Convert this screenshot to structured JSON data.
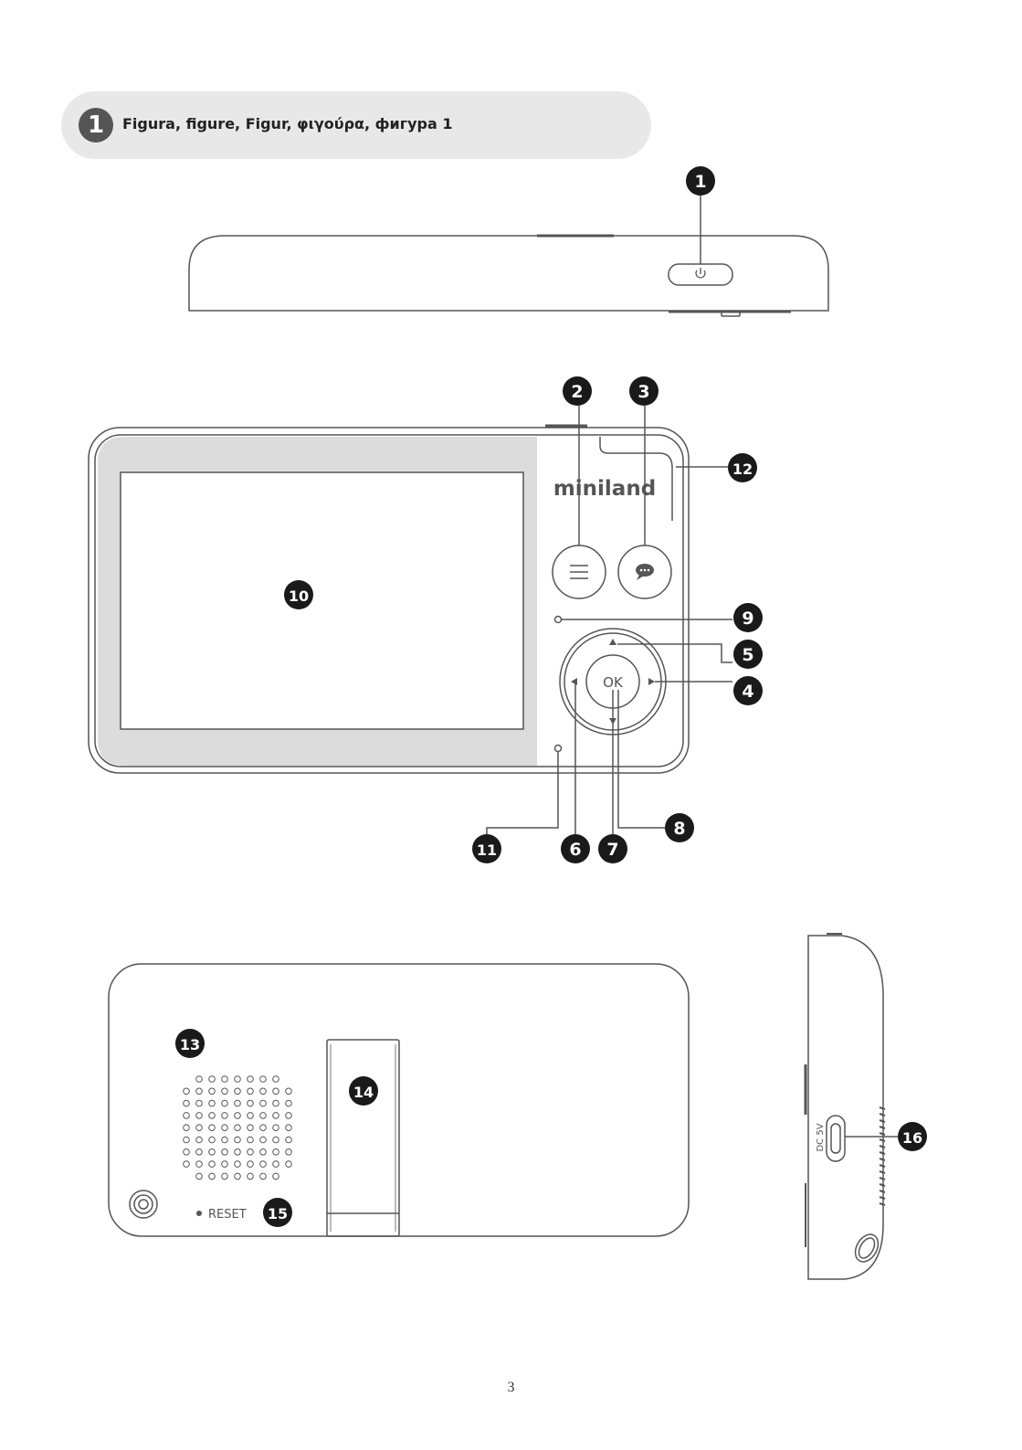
{
  "header": {
    "number": "1",
    "caption": "Figura, figure, Figur, φιγούρα, фигура 1"
  },
  "device": {
    "brand": "miniland",
    "ok_label": "OK",
    "reset_label": "RESET",
    "dc_label": "DC 5V"
  },
  "callouts": [
    "1",
    "2",
    "3",
    "4",
    "5",
    "6",
    "7",
    "8",
    "9",
    "10",
    "11",
    "12",
    "13",
    "14",
    "15",
    "16"
  ],
  "page_number": "3",
  "colors": {
    "stroke": "#555555",
    "callout_fill": "#1a1a1a",
    "screen_bezel": "#dcdcdc",
    "header_bg": "#e8e8e8"
  }
}
